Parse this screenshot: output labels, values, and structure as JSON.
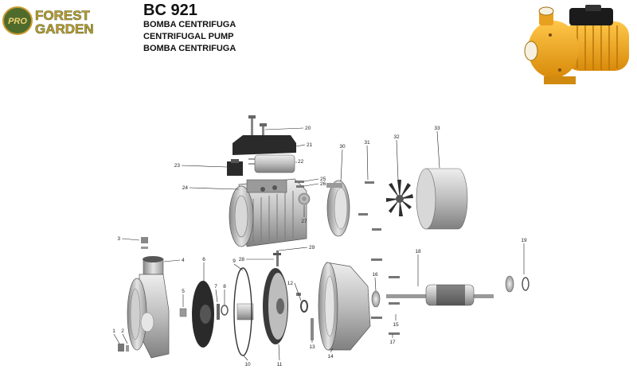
{
  "logo": {
    "badge": "PRO",
    "line1": "FOREST",
    "line2": "GARDEN"
  },
  "header": {
    "model": "BC 921",
    "subtitle_es": "BOMBA CENTRIFUGA",
    "subtitle_en": "CENTRIFUGAL PUMP",
    "subtitle_pt": "BOMBA CENTRIFUGA"
  },
  "colors": {
    "pump_body": "#f4a81d",
    "logo_green": "#4f6b2c",
    "logo_gold": "#c99a2e"
  },
  "diagram": {
    "parts": [
      "1",
      "2",
      "3",
      "4",
      "5",
      "6",
      "7",
      "8",
      "9",
      "10",
      "11",
      "12",
      "13",
      "14",
      "15",
      "16",
      "17",
      "18",
      "19",
      "20",
      "21",
      "22",
      "23",
      "24",
      "25",
      "26",
      "27",
      "28",
      "29",
      "30",
      "31",
      "32",
      "33"
    ]
  }
}
